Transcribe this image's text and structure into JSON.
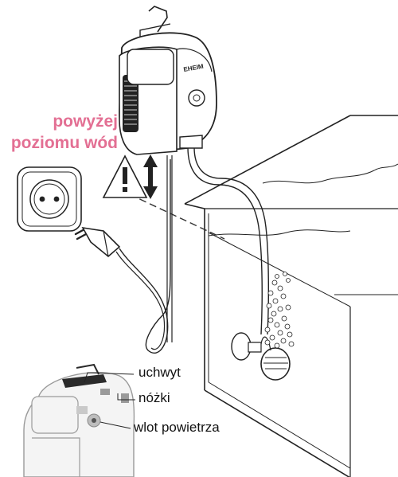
{
  "warning": {
    "line1": "powyżej",
    "line2": "poziomu wód",
    "color": "#e36f93"
  },
  "callouts": {
    "handle": "uchwyt",
    "feet": "nóżki",
    "air_inlet": "wlot powietrza"
  },
  "pump_brand_mark": "EHEIM"
}
